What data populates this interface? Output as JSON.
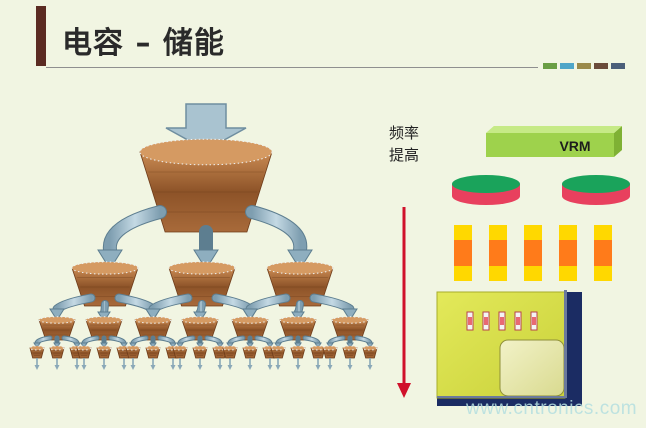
{
  "title": "电容 – 储能",
  "freq_label_line1": "频率",
  "freq_label_line2": "提高",
  "vrm_label": "VRM",
  "watermark": "www.cntronics.com",
  "swatch_colors": [
    "#6a9e44",
    "#4fa6c8",
    "#9a8a4a",
    "#6b4b3a",
    "#4b5f7a"
  ],
  "colors": {
    "title_bar": "#5b2b22",
    "arrow": "#9ab7c6",
    "wood": "#9b5f33",
    "vrm_box": "#9ed24c",
    "bulk_cap_top": "#1aa35b",
    "bulk_cap_side": "#e8405e",
    "decap_yellow": "#ffd800",
    "decap_orange": "#ff7b1a",
    "package": "#d7df49",
    "package_frame": "#1b2c63",
    "freq_arrow": "#d0112b"
  }
}
